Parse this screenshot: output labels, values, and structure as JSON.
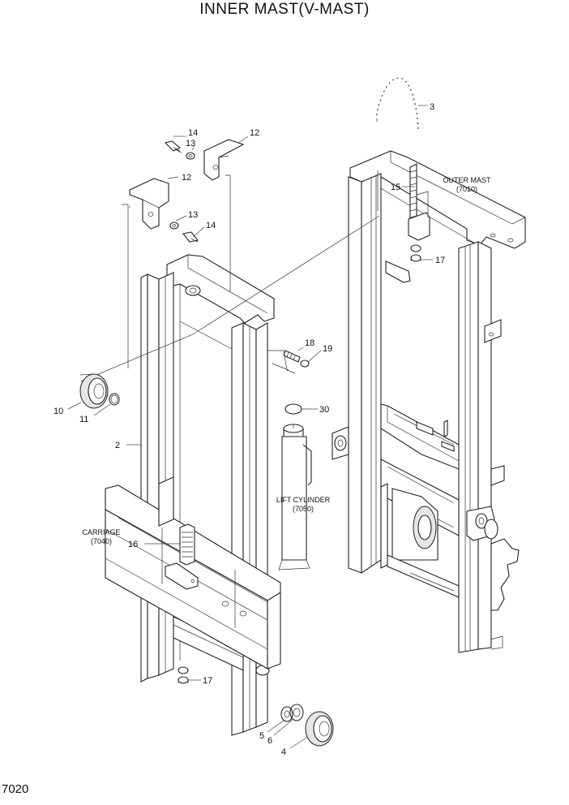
{
  "title": "INNER MAST(V-MAST)",
  "page_code": "7020",
  "callouts": {
    "c3": "3",
    "c15": "15",
    "c17a": "17",
    "c14a": "14",
    "c13a": "13",
    "c12a": "12",
    "c12b": "12",
    "c13b": "13",
    "c14b": "14",
    "c18": "18",
    "c19": "19",
    "c30": "30",
    "c10": "10",
    "c11": "11",
    "c2": "2",
    "c16": "16",
    "c17b": "17",
    "c5": "5",
    "c6": "6",
    "c4": "4"
  },
  "references": {
    "outer_mast": {
      "name": "OUTER MAST",
      "code": "(7010)"
    },
    "lift_cylinder": {
      "name": "LIFT CYLINDER",
      "code": "(7050)"
    },
    "carriage": {
      "name": "CARRIAGE",
      "code": "(7040)"
    }
  }
}
